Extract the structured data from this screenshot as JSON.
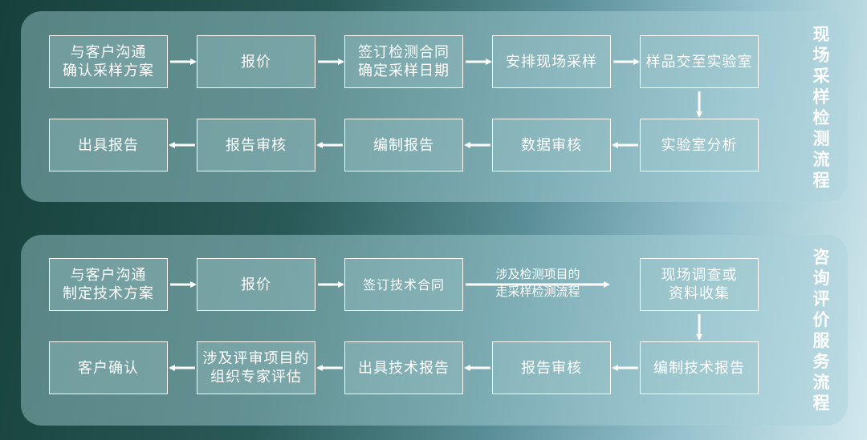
{
  "section_a": {
    "title": "现场采样检测流程",
    "row1": [
      "与客户沟通\n确认采样方案",
      "报价",
      "签订检测合同\n确定采样日期",
      "安排现场采样",
      "样品交至实验室"
    ],
    "row2": [
      "出具报告",
      "报告审核",
      "编制报告",
      "数据审核",
      "实验室分析"
    ]
  },
  "section_b": {
    "title": "咨询评价服务流程",
    "row1": [
      "与客户沟通\n制定技术方案",
      "报价",
      "签订技术合同",
      "现场调查或\n资料收集"
    ],
    "branch_label": "涉及检测项目的\n走采样检测流程",
    "row2": [
      "客户确认",
      "涉及评审项目的\n组织专家评估",
      "出具技术报告",
      "报告审核",
      "编制技术报告"
    ]
  },
  "colors": {
    "box_border": "#ffffff",
    "text": "#ffffff",
    "arrow": "#ffffff"
  }
}
